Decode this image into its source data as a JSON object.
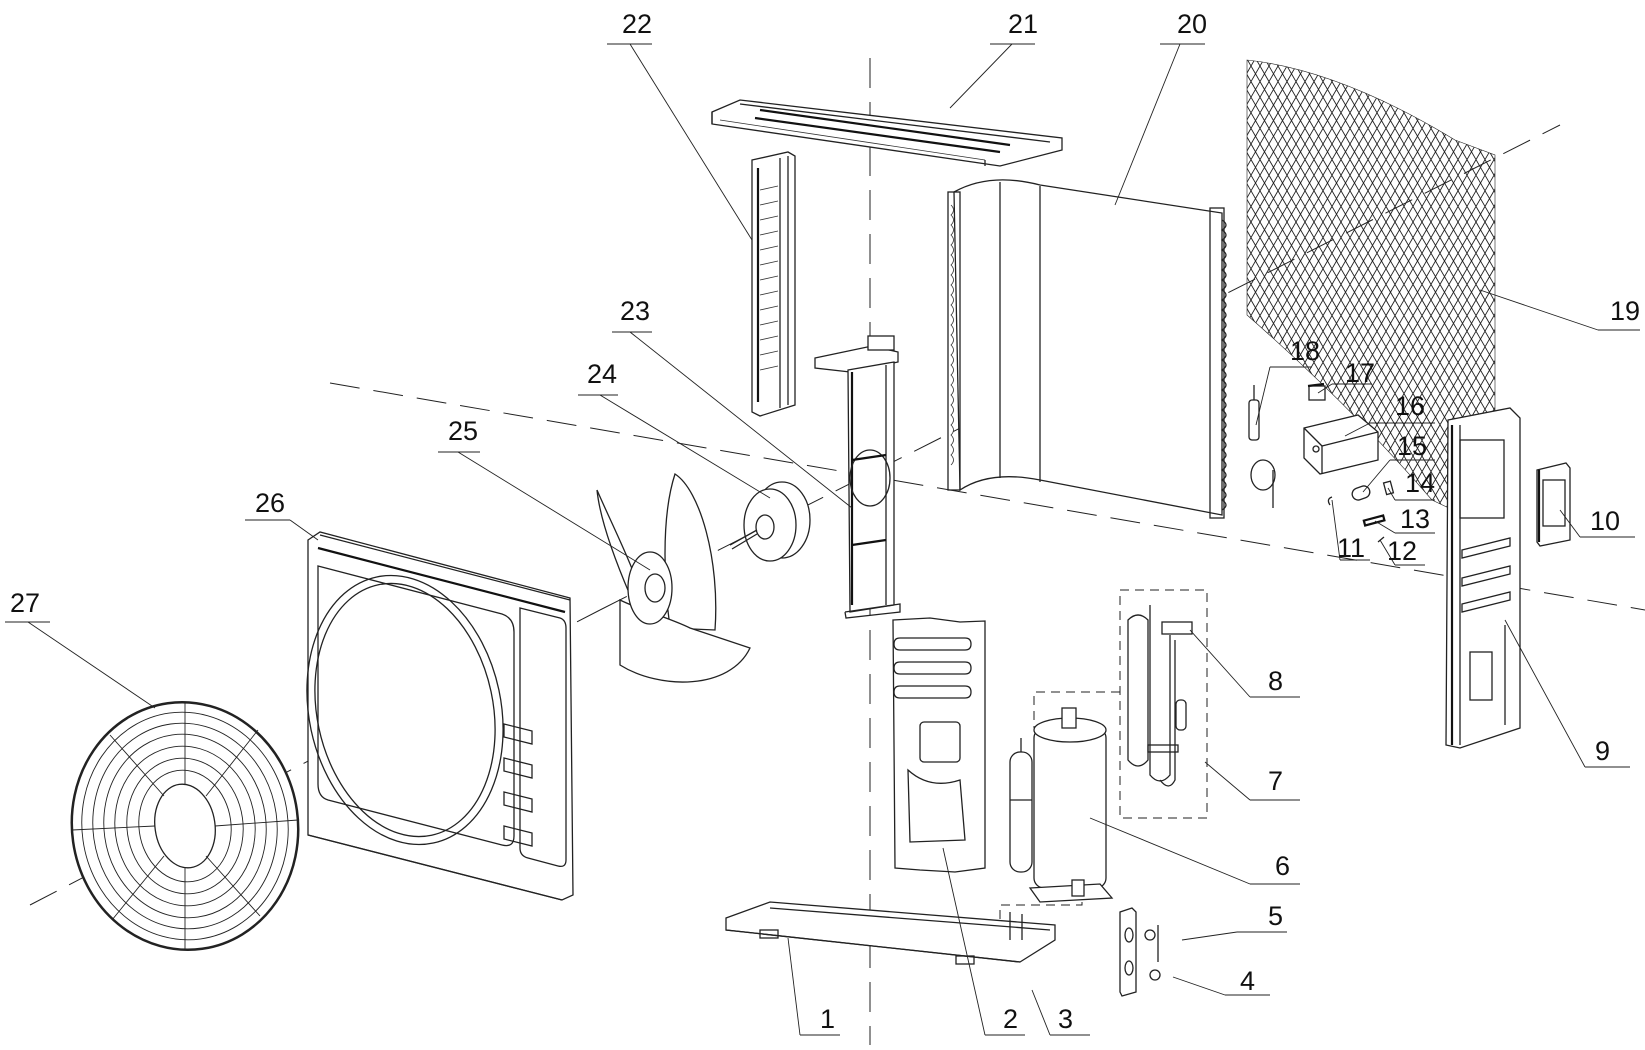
{
  "diagram": {
    "title": "Outdoor unit exploded view",
    "colors": {
      "ink": "#222222",
      "background": "#ffffff"
    },
    "callouts": [
      {
        "id": "1",
        "part": "base-pan"
      },
      {
        "id": "2",
        "part": "partition-plate"
      },
      {
        "id": "3",
        "part": "valve-bracket"
      },
      {
        "id": "4",
        "part": "liquid-valve"
      },
      {
        "id": "5",
        "part": "gas-valve"
      },
      {
        "id": "6",
        "part": "compressor"
      },
      {
        "id": "7",
        "part": "piping-assembly"
      },
      {
        "id": "8",
        "part": "four-way-valve"
      },
      {
        "id": "9",
        "part": "right-side-panel"
      },
      {
        "id": "10",
        "part": "valve-cover"
      },
      {
        "id": "11",
        "part": "wire-clip"
      },
      {
        "id": "12",
        "part": "screw"
      },
      {
        "id": "13",
        "part": "terminal-block"
      },
      {
        "id": "14",
        "part": "clip"
      },
      {
        "id": "15",
        "part": "capacitor"
      },
      {
        "id": "16",
        "part": "electric-box"
      },
      {
        "id": "17",
        "part": "cable-clamp"
      },
      {
        "id": "18",
        "part": "temperature-sensor"
      },
      {
        "id": "19",
        "part": "rear-grille"
      },
      {
        "id": "20",
        "part": "condenser"
      },
      {
        "id": "21",
        "part": "top-cover"
      },
      {
        "id": "22",
        "part": "left-side-panel"
      },
      {
        "id": "23",
        "part": "motor-bracket"
      },
      {
        "id": "24",
        "part": "fan-motor"
      },
      {
        "id": "25",
        "part": "axial-fan"
      },
      {
        "id": "26",
        "part": "front-panel"
      },
      {
        "id": "27",
        "part": "front-grille"
      }
    ]
  }
}
